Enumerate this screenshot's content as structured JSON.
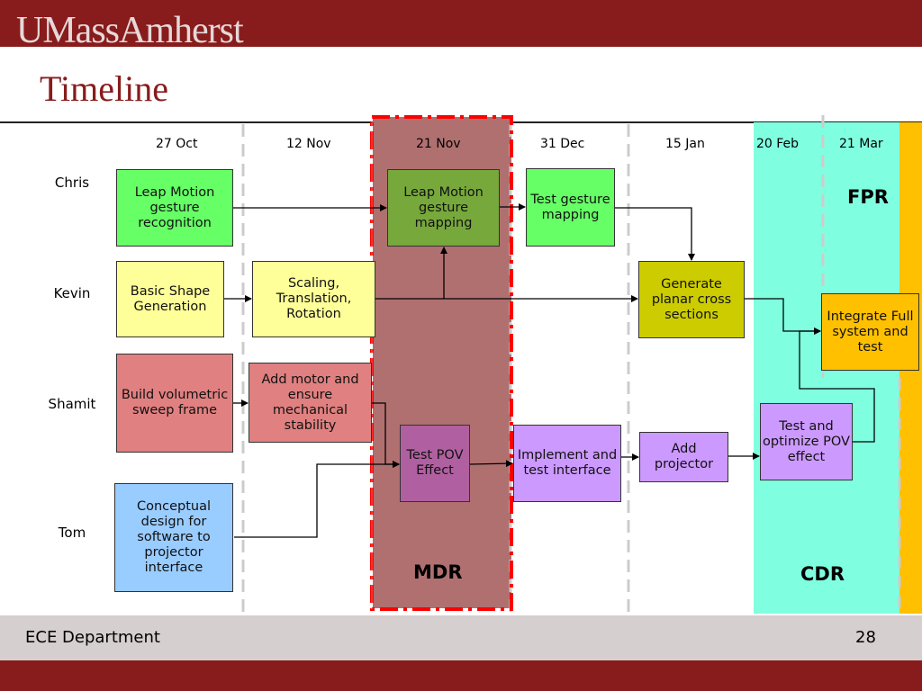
{
  "header": {
    "logo": "UMassAmherst",
    "title": "Timeline"
  },
  "dates": [
    "27 Oct",
    "12 Nov",
    "21 Nov",
    "31 Dec",
    "15 Jan",
    "20 Feb",
    "21 Mar"
  ],
  "people": [
    "Chris",
    "Kevin",
    "Shamit",
    "Tom"
  ],
  "tasks": {
    "chris_leap": "Leap Motion gesture recognition",
    "chris_mapping": "Leap Motion gesture mapping",
    "chris_test": "Test gesture mapping",
    "kevin_basic": "Basic Shape Generation",
    "kevin_scaling": "Scaling, Translation, Rotation",
    "kevin_planar": "Generate planar cross sections",
    "integrate": "Integrate Full system and test",
    "shamit_build": "Build volumetric sweep frame",
    "shamit_motor": "Add motor and ensure mechanical stability",
    "test_pov": "Test POV Effect",
    "implement": "Implement and test interface",
    "projector": "Add projector",
    "optimize": "Test and optimize POV effect",
    "tom_design": "Conceptual design for software to projector interface"
  },
  "milestones": {
    "mdr": "MDR",
    "cdr": "CDR",
    "fpr": "FPR"
  },
  "colors": {
    "brand": "#881c1c",
    "mdr_region": "#b07070",
    "cdr_region": "#80ffe0",
    "fpr_region": "#ffc000",
    "mdr_border": "#ff0000",
    "chris": "#66ff66",
    "kevin": "#ffff99",
    "kevin_planar": "#cccc00",
    "shamit": "#e08080",
    "purple": "#cc99ff",
    "pov": "#b060a0",
    "tom": "#99ccff",
    "mapping": "#77a83c"
  },
  "footer": {
    "department": "ECE Department",
    "page": "28"
  }
}
